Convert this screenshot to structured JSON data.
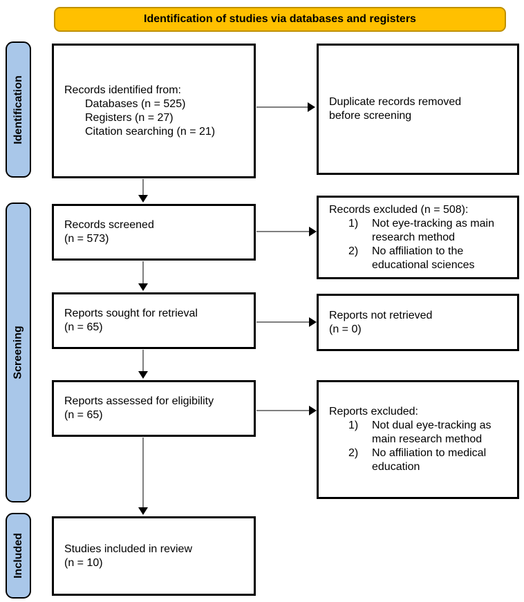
{
  "banner": {
    "label": "Identification of studies via databases and registers"
  },
  "sidebar": {
    "items": [
      {
        "label": "Identification"
      },
      {
        "label": "Screening"
      },
      {
        "label": "Included"
      }
    ]
  },
  "boxes": {
    "records_identified": {
      "title": "Records identified from:",
      "items": [
        "Databases (n = 525)",
        "Registers (n = 27)",
        "Citation searching (n = 21)"
      ]
    },
    "duplicate_records": {
      "lines": [
        "Duplicate records removed",
        "before screening"
      ]
    },
    "records_screened": {
      "lines": [
        "Records screened",
        "(n = 573)"
      ]
    },
    "records_excluded": {
      "title": "Records excluded (n = 508):",
      "items": [
        {
          "num": "1)",
          "text": "Not eye-tracking as main research method"
        },
        {
          "num": "2)",
          "text": "No affiliation to the educational sciences"
        }
      ]
    },
    "reports_sought": {
      "lines": [
        "Reports sought for retrieval",
        "(n = 65)"
      ]
    },
    "reports_not_retrieved": {
      "lines": [
        "Reports not retrieved",
        "(n = 0)"
      ]
    },
    "reports_assessed": {
      "lines": [
        "Reports assessed for eligibility",
        "(n = 65)"
      ]
    },
    "reports_excluded": {
      "title": "Reports excluded:",
      "items": [
        {
          "num": "1)",
          "text": "Not dual eye-tracking as main research method"
        },
        {
          "num": "2)",
          "text": "No affiliation to medical education"
        }
      ]
    },
    "studies_included": {
      "lines": [
        "Studies included in review",
        "(n = 10)"
      ]
    }
  },
  "colors": {
    "banner_fill": "#FFC000",
    "banner_border": "#BF9000",
    "sidebar_fill": "#A9C7E9",
    "box_border": "#000000",
    "arrow_line": "#7F7F7F",
    "arrow_head": "#000000"
  }
}
